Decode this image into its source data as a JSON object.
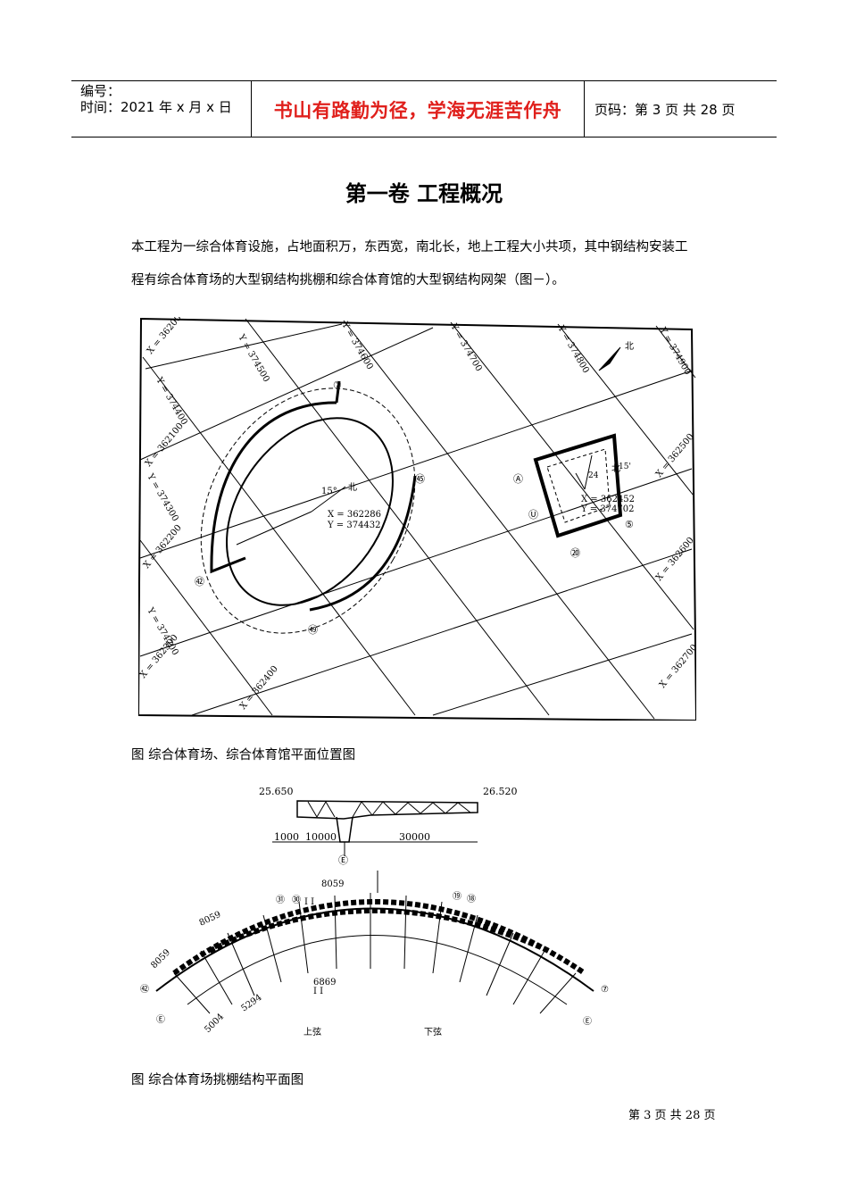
{
  "header": {
    "number_label": "编号：",
    "time_line": "时间：2021 年 x 月 x 日",
    "motto": "书山有路勤为径，学海无涯苦作舟",
    "page_info": "页码：第 3 页  共 28 页"
  },
  "title": "第一卷  工程概况",
  "paragraphs": [
    "本工程为一综合体育设施，占地面积万，东西宽，南北长，地上工程大小共项，其中钢结构安装工",
    "程有综合体育场的大型钢结构挑棚和综合体育馆的大型钢结构网架（图－）。"
  ],
  "figure1": {
    "caption": "图    综合体育场、综合体育馆平面位置图",
    "grid_y_labels": [
      "Y = 374500",
      "Y = 374600",
      "Y = 374700",
      "Y = 374800",
      "Y = 374900",
      "Y = 374400",
      "Y = 374300",
      "Y = 374200"
    ],
    "grid_x_labels": [
      "X = 362000",
      "X = 362100",
      "X = 362200",
      "X = 362300",
      "X = 362400",
      "X = 362500",
      "X = 362600",
      "X = 362700"
    ],
    "north": "北",
    "stadium_marks": [
      "⑦",
      "㊷",
      "㊾",
      "㊺"
    ],
    "stadium_center_x": "X = 362286",
    "stadium_center_y": "Y = 374432",
    "stadium_angle": "15°",
    "gym_center_x": "X = 362452",
    "gym_center_y": "Y = 374702",
    "gym_angle": "24",
    "gym_angle2": "15'",
    "gym_marks": [
      "Ⓐ",
      "Ⓤ",
      "⑳",
      "⑤"
    ]
  },
  "figure2": {
    "caption": "图    综合体育场挑棚结构平面图",
    "elev_left": "25.650",
    "elev_right": "26.520",
    "dims": [
      "1000",
      "10000",
      "30000"
    ],
    "axis_e": "Ⓔ",
    "span_labels": [
      "8059",
      "8059",
      "8059",
      "6869",
      "5294",
      "5004"
    ],
    "marks": [
      "㉛",
      "㉚",
      "⑲",
      "⑱",
      "㊷",
      "⑦",
      "Ⓔ",
      "Ⓔ"
    ],
    "sec": [
      "I I",
      "I I"
    ],
    "upper_chord": "上弦",
    "lower_chord": "下弦"
  },
  "footer": "第 3 页  共 28 页"
}
